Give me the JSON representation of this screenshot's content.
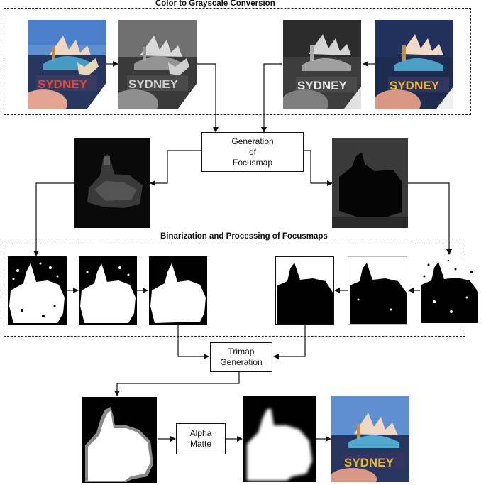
{
  "sections": {
    "color_to_gray": "Color to Grayscale Conversion",
    "binarization": "Binarization and Processing of Focusmaps"
  },
  "boxes": {
    "focusmap": [
      "Generation",
      "of",
      "Focusmap"
    ],
    "trimap": [
      "Trimap",
      "Generation"
    ],
    "alpha": [
      "Alpha",
      "Matte"
    ]
  },
  "photo_text": "SYDNEY",
  "colors": {
    "line": "#111111",
    "sky": "#5d8fd1",
    "water": "#26365e",
    "opera": "#f0d7c4",
    "dark_map": "#0a0a0a",
    "trimap_gray": "#8a8a8a"
  }
}
